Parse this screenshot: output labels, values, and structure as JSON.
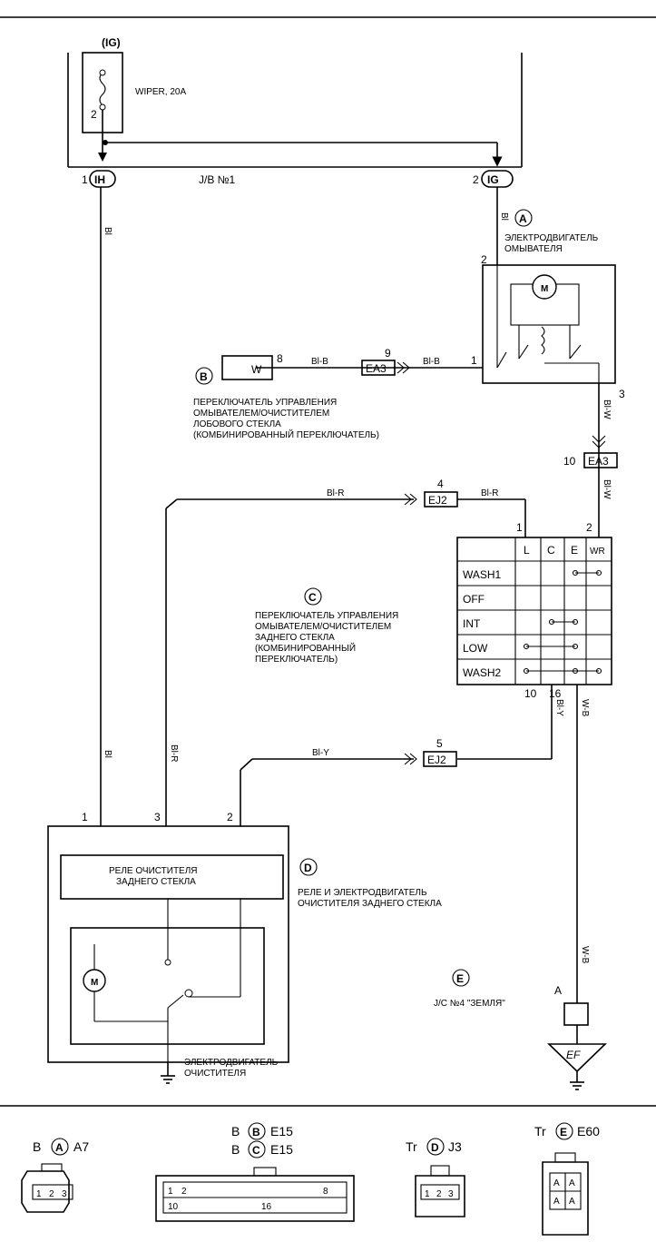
{
  "fuse": {
    "name": "(IG)",
    "label": "WIPER, 20A",
    "pin": "2"
  },
  "jb": {
    "label": "J/B №1",
    "left_pin": "1",
    "left_code": "IH",
    "right_pin": "2",
    "right_code": "IG"
  },
  "wires": {
    "bl_left_top": "Bl",
    "bl_a": "Bl",
    "bl_b_left": "Bl-B",
    "bl_b_right": "Bl-B",
    "bl_w_top": "Bl-W",
    "bl_w_bottom": "Bl-W",
    "bl_r_top": "Bl-R",
    "bl_r_right": "Bl-R",
    "bl_left_mid": "Bl",
    "bl_r_mid": "Bl-R",
    "bl_y_top": "Bl-Y",
    "bl_y_right": "Bl-Y",
    "w_b_top": "W-B",
    "w_b_bottom": "W-B"
  },
  "motor_a": {
    "badge": "A",
    "title_line1": "ЭЛЕКТРОДВИГАТЕЛЬ",
    "title_line2": "ОМЫВАТЕЛЯ",
    "pin_top": "2",
    "pin_left": "1",
    "pin_right": "3"
  },
  "switch_b": {
    "badge": "B",
    "terminal": "W",
    "pin": "8",
    "line1": "ПЕРЕКЛЮЧАТЕЛЬ УПРАВЛЕНИЯ",
    "line2": "ОМЫВАТЕЛЕМ/ОЧИСТИТЕЛЕМ",
    "line3": "ЛОБОВОГО СТЕКЛА",
    "line4": "(КОМБИНИРОВАННЫЙ ПЕРЕКЛЮЧАТЕЛЬ)"
  },
  "connectors": {
    "ea3_top": {
      "pin": "9",
      "code": "EA3"
    },
    "ea3_right": {
      "pin": "10",
      "code": "EA3"
    },
    "ej2_top": {
      "pin": "4",
      "code": "EJ2"
    },
    "ej2_bottom": {
      "pin": "5",
      "code": "EJ2"
    }
  },
  "switch_c": {
    "badge": "C",
    "line1": "ПЕРЕКЛЮЧАТЕЛЬ УПРАВЛЕНИЯ",
    "line2": "ОМЫВАТЕЛЕМ/ОЧИСТИТЕЛЕМ",
    "line3": "ЗАДНЕГО СТЕКЛА",
    "line4": "(КОМБИНИРОВАННЫЙ",
    "line5": "ПЕРЕКЛЮЧАТЕЛЬ)",
    "pin_l": "1",
    "pin_wr": "2",
    "pin_bottom_left": "10",
    "pin_bottom_right": "16",
    "columns": [
      "L",
      "C",
      "E",
      "WR"
    ],
    "rows": [
      "WASH1",
      "OFF",
      "INT",
      "LOW",
      "WASH2"
    ]
  },
  "relay_d": {
    "badge": "D",
    "pin1": "1",
    "pin3": "3",
    "pin2": "2",
    "relay_line1": "РЕЛЕ ОЧИСТИТЕЛЯ",
    "relay_line2": "ЗАДНЕГО СТЕКЛА",
    "title_line1": "РЕЛЕ И ЭЛЕКТРОДВИГАТЕЛЬ",
    "title_line2": "ОЧИСТИТЕЛЯ ЗАДНЕГО СТЕКЛА",
    "motor_line1": "ЭЛЕКТРОДВИГАТЕЛЬ",
    "motor_line2": "ОЧИСТИТЕЛЯ"
  },
  "ground_e": {
    "badge": "E",
    "label": "J/C №4 \"ЗЕМЛЯ\"",
    "pin": "A",
    "code": "EF"
  },
  "legend": {
    "a": {
      "color": "B",
      "badge": "A",
      "code": "A7",
      "pins": [
        "1",
        "2",
        "3"
      ]
    },
    "b": {
      "color": "B",
      "badge": "B",
      "code": "E15"
    },
    "c": {
      "color": "B",
      "badge": "C",
      "code": "E15",
      "pins": [
        "1",
        "2",
        "8",
        "10",
        "16"
      ]
    },
    "d": {
      "color": "Tr",
      "badge": "D",
      "code": "J3",
      "pins": [
        "1",
        "2",
        "3"
      ]
    },
    "e": {
      "color": "Tr",
      "badge": "E",
      "code": "E60",
      "pins": [
        "A",
        "A",
        "A",
        "A"
      ]
    }
  }
}
